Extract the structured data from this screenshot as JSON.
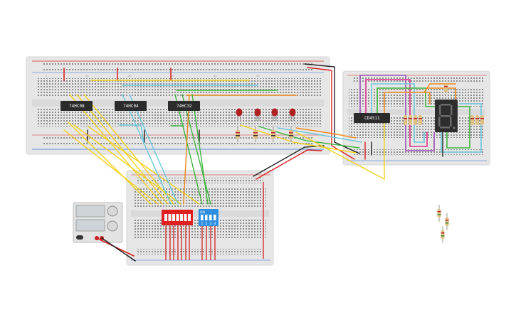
{
  "canvas": {
    "background": "#ffffff"
  },
  "chips": [
    {
      "id": "chip-74hc08",
      "label": "74HC08"
    },
    {
      "id": "chip-74hc04",
      "label": "74HC04"
    },
    {
      "id": "chip-74hc32",
      "label": "74HC32"
    },
    {
      "id": "chip-cd4511",
      "label": "CD4511"
    }
  ],
  "dip_switch": {
    "state_label": "ON",
    "positions": [
      "1",
      "2",
      "3",
      "4"
    ]
  },
  "colors": {
    "breadboard": "#e8e8e8",
    "chip": "#2b2b2b",
    "wire_yellow": "#f2d21c",
    "wire_green": "#3db53d",
    "wire_orange": "#f08a1c",
    "wire_cyan": "#6cc8dc",
    "wire_purple": "#9b4fb5",
    "wire_red": "#d92323",
    "wire_black": "#222222",
    "dip_red": "#e02020",
    "dip_blue": "#2f8fe0",
    "led_red": "#b02020",
    "display": "#2d2d2d"
  },
  "icons": {
    "power_supply": "power-supply-icon",
    "seven_segment": "seven-segment-display-icon",
    "led": "led-icon",
    "resistor": "resistor-icon"
  }
}
